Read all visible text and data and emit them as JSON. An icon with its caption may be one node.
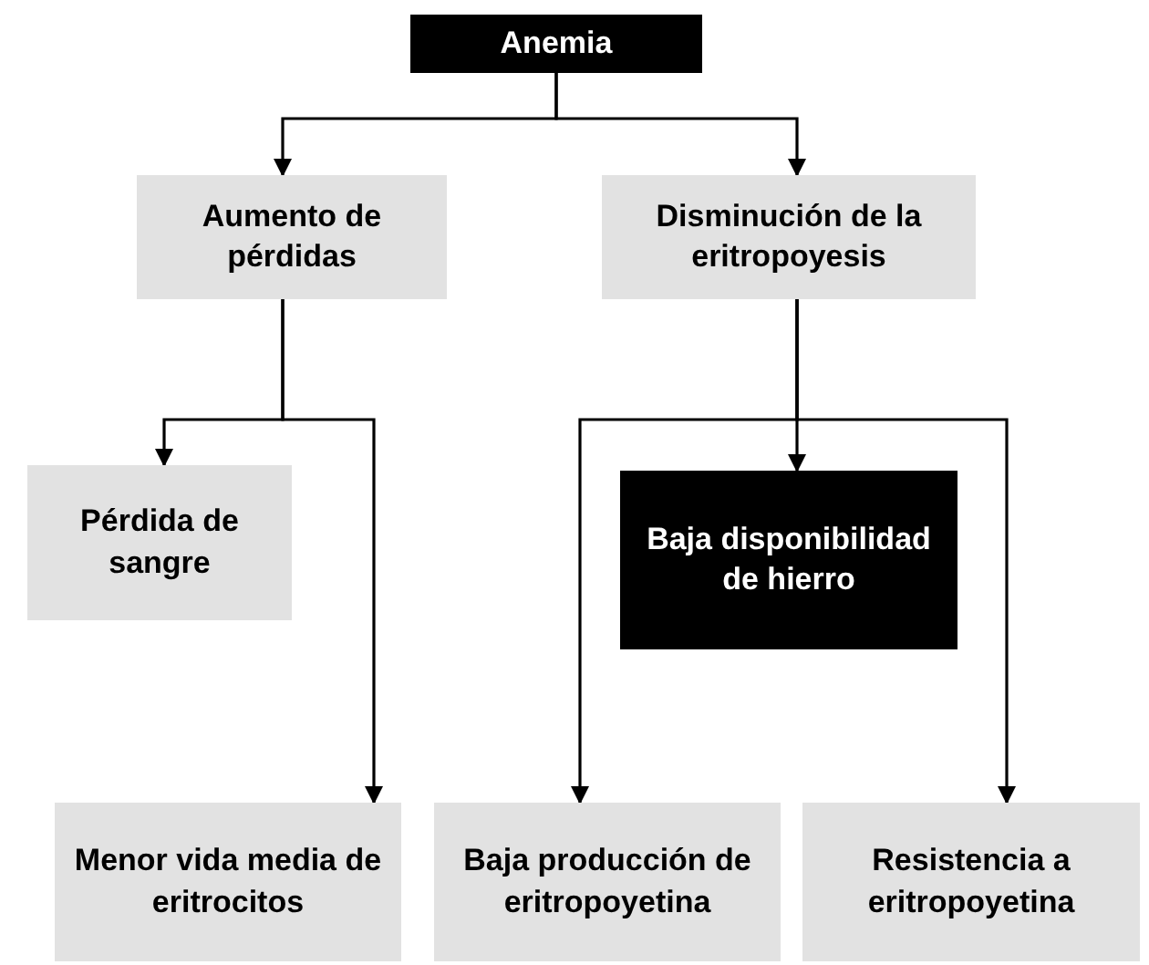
{
  "diagram": {
    "nodes": [
      {
        "text": [
          "Anemia"
        ]
      },
      {
        "text": [
          "Aumento de pérdidas"
        ]
      },
      {
        "text": [
          "Disminución de la eritropoyesis"
        ]
      },
      {
        "text": [
          "Pérdida de sangre"
        ]
      },
      {
        "text": [
          "Baja disponibilidad de hierro"
        ]
      },
      {
        "text": [
          "Menor vida media de eritrocitos"
        ]
      },
      {
        "text": [
          "Baja producción de eritropoyetina"
        ]
      },
      {
        "text": [
          "Resistencia a eritropoyetina"
        ]
      }
    ],
    "edges": [
      {
        "from": 0,
        "to": 1,
        "arrow": "to"
      },
      {
        "from": 0,
        "to": 2,
        "arrow": "to"
      },
      {
        "from": 1,
        "to": 3,
        "arrow": "to"
      },
      {
        "from": 1,
        "to": 5,
        "arrow": "to"
      },
      {
        "from": 2,
        "to": 4,
        "arrow": "to"
      },
      {
        "from": 2,
        "to": 6,
        "arrow": "to"
      },
      {
        "from": 2,
        "to": 7,
        "arrow": "to"
      }
    ]
  }
}
